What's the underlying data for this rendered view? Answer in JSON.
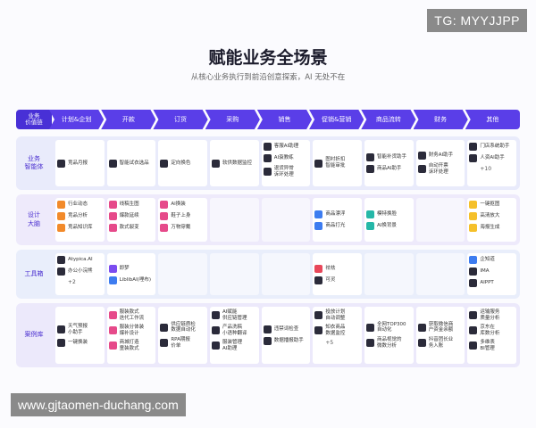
{
  "watermark_top": "TG: MYYJJPP",
  "watermark_bottom": "www.gjtaomen-duchang.com",
  "title": "赋能业务全场景",
  "subtitle": "从核心业务执行到前沿创意探索，AI 无处不在",
  "header": {
    "label": "业务\n价值链",
    "stages": [
      "计划&企划",
      "开款",
      "订货",
      "采购",
      "销售",
      "促销&营销",
      "商品流转",
      "财务",
      "其他"
    ]
  },
  "colors": {
    "accent": "#5a3ee8",
    "row_bg": "#eaeafa"
  },
  "rows": [
    {
      "label": "业务\n智能体",
      "cells": [
        {
          "items": [
            {
              "icon": "dark",
              "text": "竞品月报"
            }
          ]
        },
        {
          "items": [
            {
              "icon": "dark",
              "text": "智能试衣选品"
            }
          ]
        },
        {
          "items": [
            {
              "icon": "dark",
              "text": "定向换色"
            }
          ]
        },
        {
          "items": [
            {
              "icon": "dark",
              "text": "软供数据监控"
            }
          ]
        },
        {
          "items": [
            {
              "icon": "dark",
              "text": "客服AI助理"
            },
            {
              "icon": "dark",
              "text": "AI衰教练"
            },
            {
              "icon": "dark",
              "text": "退货异常\n诉环处理"
            }
          ]
        },
        {
          "items": [
            {
              "icon": "dark",
              "text": "图衬折扣\n智能审批"
            }
          ]
        },
        {
          "items": [
            {
              "icon": "dark",
              "text": "智能补货助手"
            },
            {
              "icon": "dark",
              "text": "商品AI助手"
            }
          ]
        },
        {
          "items": [
            {
              "icon": "dark",
              "text": "财务AI助手"
            },
            {
              "icon": "dark",
              "text": "自动开票\n诉环处理"
            }
          ]
        },
        {
          "items": [
            {
              "icon": "dark",
              "text": "门店系统助手"
            },
            {
              "icon": "dark",
              "text": "人资AI助手"
            }
          ],
          "plus": "+10"
        }
      ]
    },
    {
      "label": "设计\n大脑",
      "cells": [
        {
          "items": [
            {
              "icon": "orange",
              "text": "行业动态"
            },
            {
              "icon": "orange",
              "text": "竞品分析"
            },
            {
              "icon": "orange",
              "text": "竞品知识库"
            }
          ]
        },
        {
          "items": [
            {
              "icon": "pink",
              "text": "线稿生图"
            },
            {
              "icon": "pink",
              "text": "爆款延续"
            },
            {
              "icon": "pink",
              "text": "款式裂变"
            }
          ]
        },
        {
          "items": [
            {
              "icon": "pink",
              "text": "AI换装"
            },
            {
              "icon": "pink",
              "text": "鞋子上身"
            },
            {
              "icon": "pink",
              "text": "万物穿戴"
            }
          ]
        },
        {
          "items": [],
          "empty": true
        },
        {
          "items": [],
          "empty": true
        },
        {
          "items": [
            {
              "icon": "blue",
              "text": "商品漂浮"
            },
            {
              "icon": "blue",
              "text": "商品打光"
            }
          ]
        },
        {
          "items": [
            {
              "icon": "teal",
              "text": "模特换脸"
            },
            {
              "icon": "teal",
              "text": "AI换背景"
            }
          ]
        },
        {
          "items": [],
          "empty": true
        },
        {
          "items": [
            {
              "icon": "yellow",
              "text": "一键抠图"
            },
            {
              "icon": "yellow",
              "text": "高清放大"
            },
            {
              "icon": "yellow",
              "text": "海报生成"
            }
          ]
        }
      ]
    },
    {
      "label": "工具箱",
      "cells": [
        {
          "items": [
            {
              "icon": "dark",
              "text": "Atypica.AI"
            },
            {
              "icon": "dark",
              "text": "办公小浣熊"
            }
          ],
          "plus": "+2"
        },
        {
          "items": [
            {
              "icon": "purple",
              "text": "即梦"
            },
            {
              "icon": "blue",
              "text": "LiblibAI(哩布)"
            }
          ]
        },
        {
          "items": [],
          "empty": true
        },
        {
          "items": [],
          "empty": true
        },
        {
          "items": [],
          "empty": true
        },
        {
          "items": [
            {
              "icon": "red",
              "text": "祛祛"
            },
            {
              "icon": "dark",
              "text": "可灵"
            }
          ]
        },
        {
          "items": [],
          "empty": true
        },
        {
          "items": [],
          "empty": true
        },
        {
          "items": [
            {
              "icon": "blue",
              "text": "企知道"
            },
            {
              "icon": "dark",
              "text": "IMA"
            },
            {
              "icon": "dark",
              "text": "AIPPT"
            }
          ]
        }
      ]
    },
    {
      "label": "案例库",
      "cells": [
        {
          "items": [
            {
              "icon": "dark",
              "text": "天气预报\n小助手"
            },
            {
              "icon": "dark",
              "text": "一键换装"
            }
          ]
        },
        {
          "items": [
            {
              "icon": "pink",
              "text": "服装款式\n迭代工作流"
            },
            {
              "icon": "pink",
              "text": "服装分体装\n爆补设计"
            },
            {
              "icon": "pink",
              "text": "商城打造\n童装款式"
            }
          ]
        },
        {
          "items": [
            {
              "icon": "dark",
              "text": "供应链质检\n数据自动化"
            },
            {
              "icon": "dark",
              "text": "RPA期报\n价单"
            }
          ]
        },
        {
          "items": [
            {
              "icon": "dark",
              "text": "AI赋能\n供应链管理"
            },
            {
              "icon": "dark",
              "text": "产品洗稿\n小语种翻译"
            },
            {
              "icon": "dark",
              "text": "服装管理\nAI助理"
            }
          ]
        },
        {
          "items": [
            {
              "icon": "dark",
              "text": "违禁词检查"
            },
            {
              "icon": "dark",
              "text": "数据播报助手"
            }
          ]
        },
        {
          "items": [
            {
              "icon": "dark",
              "text": "投放计划\n自动调整"
            },
            {
              "icon": "dark",
              "text": "知衣商品\n数据监控"
            }
          ],
          "plus": "+5"
        },
        {
          "items": [
            {
              "icon": "dark",
              "text": "全网TOP300\n自动化"
            },
            {
              "icon": "dark",
              "text": "商品视觉的\n微数分析"
            }
          ]
        },
        {
          "items": [
            {
              "icon": "dark",
              "text": "获取微信商\n户资金余额"
            },
            {
              "icon": "dark",
              "text": "抖音团长业\n务入账"
            }
          ]
        },
        {
          "items": [
            {
              "icon": "dark",
              "text": "运输服务\n质量分析"
            },
            {
              "icon": "dark",
              "text": "京东在\n库数分析"
            },
            {
              "icon": "dark",
              "text": "多维表\nBI管理"
            }
          ]
        }
      ]
    }
  ]
}
